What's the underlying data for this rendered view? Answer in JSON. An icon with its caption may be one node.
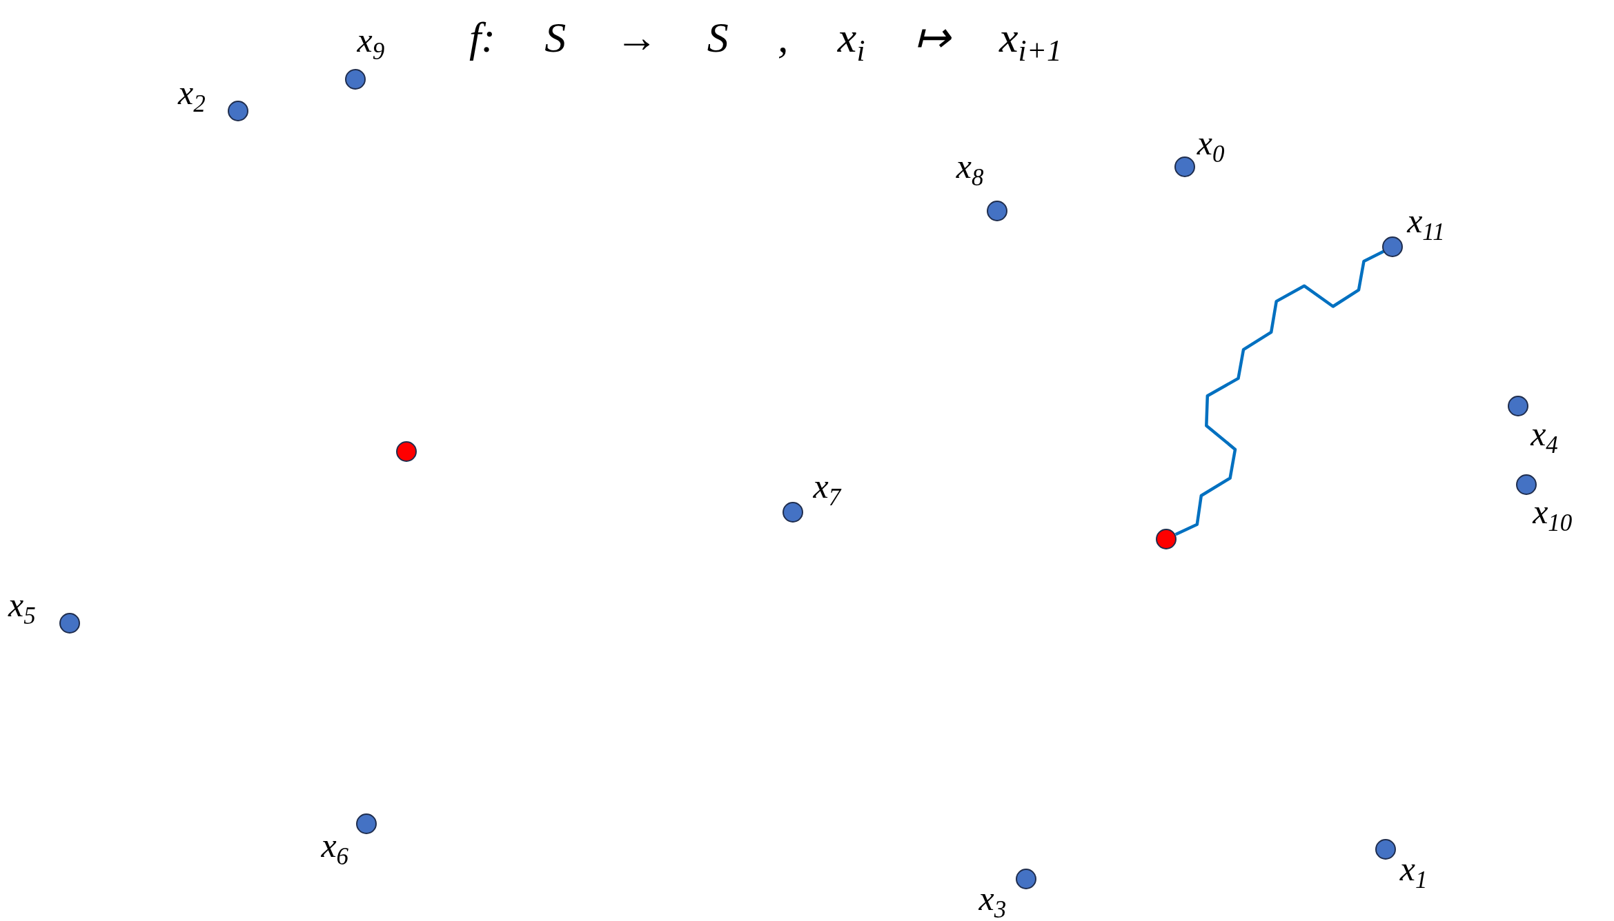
{
  "diagram": {
    "title": "f: S → S , x$_{i}$ ↦ x$_{i+1}$",
    "nodes": [
      {
        "text": [],
        "shape": "circle",
        "beside": [
          "x$_{0}$"
        ]
      },
      {
        "text": [],
        "shape": "circle",
        "beside": [
          "x$_{1}$"
        ]
      },
      {
        "text": [],
        "shape": "circle",
        "beside": [
          "x$_{2}$"
        ]
      },
      {
        "text": [],
        "shape": "circle",
        "beside": [
          "x$_{3}$"
        ]
      },
      {
        "text": [],
        "shape": "circle",
        "beside": [
          "x$_{4}$"
        ]
      },
      {
        "text": [],
        "shape": "circle",
        "beside": [
          "x$_{5}$"
        ]
      },
      {
        "text": [],
        "shape": "circle",
        "beside": [
          "x$_{6}$"
        ]
      },
      {
        "text": [],
        "shape": "circle",
        "beside": [
          "x$_{7}$"
        ]
      },
      {
        "text": [],
        "shape": "circle",
        "beside": [
          "x$_{8}$"
        ]
      },
      {
        "text": [],
        "shape": "circle",
        "beside": [
          "x$_{9}$"
        ]
      },
      {
        "text": [],
        "shape": "circle",
        "beside": [
          "x$_{10}$"
        ]
      },
      {
        "text": [],
        "shape": "circle",
        "beside": [
          "x$_{11}$"
        ]
      },
      {
        "text": [],
        "shape": "circle"
      },
      {
        "text": [],
        "shape": "circle"
      }
    ],
    "edges": [
      {
        "from": 11,
        "to": 13,
        "arrow": "none",
        "color": "#0070c0"
      }
    ]
  }
}
